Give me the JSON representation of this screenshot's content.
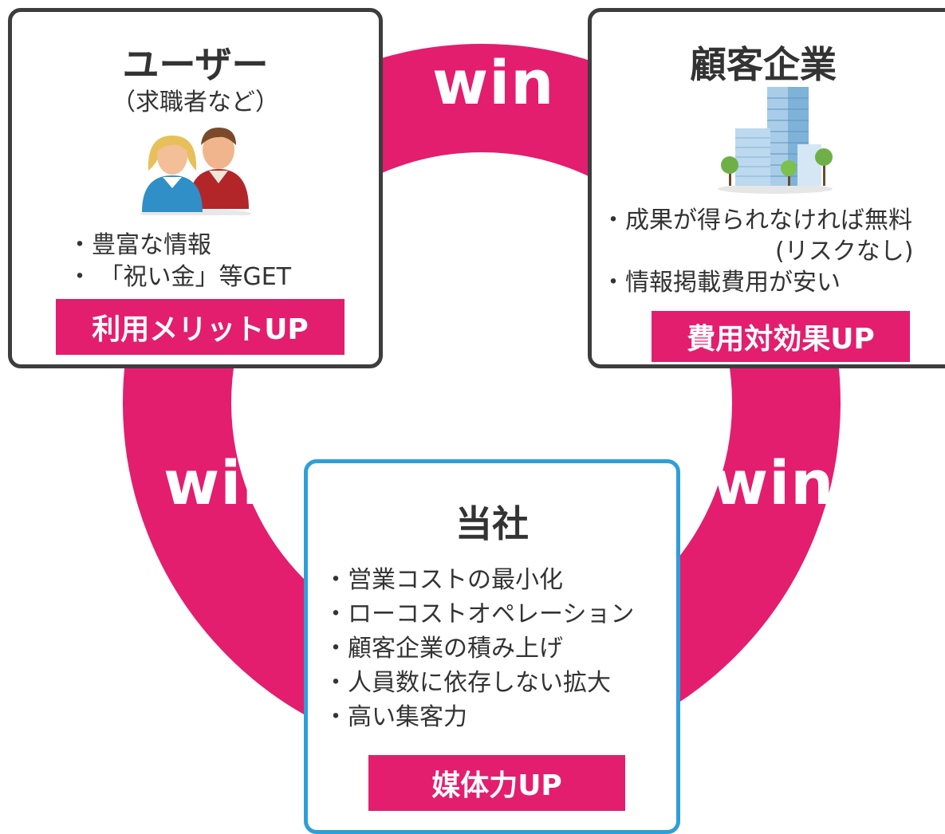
{
  "cycle": {
    "win_top": "win",
    "win_left": "win",
    "win_right": "win",
    "accent_color": "#e31e6e"
  },
  "user_card": {
    "title": "ユーザー",
    "subtitle": "（求職者など）",
    "icon": "people-icon",
    "bullets": [
      "・豊富な情報",
      "・ 「祝い金」等GET"
    ],
    "badge": "利用メリットUP"
  },
  "client_card": {
    "title": "顧客企業",
    "icon": "office-building-icon",
    "bullets": [
      "・成果が得られなければ無料",
      "(リスクなし)",
      "・情報掲載費用が安い"
    ],
    "badge": "費用対効果UP"
  },
  "company_card": {
    "title": "当社",
    "bullets": [
      "・営業コストの最小化",
      "・ローコストオペレーション",
      "・顧客企業の積み上げ",
      "・人員数に依存しない拡大",
      "・高い集客力"
    ],
    "badge": "媒体力UP"
  }
}
